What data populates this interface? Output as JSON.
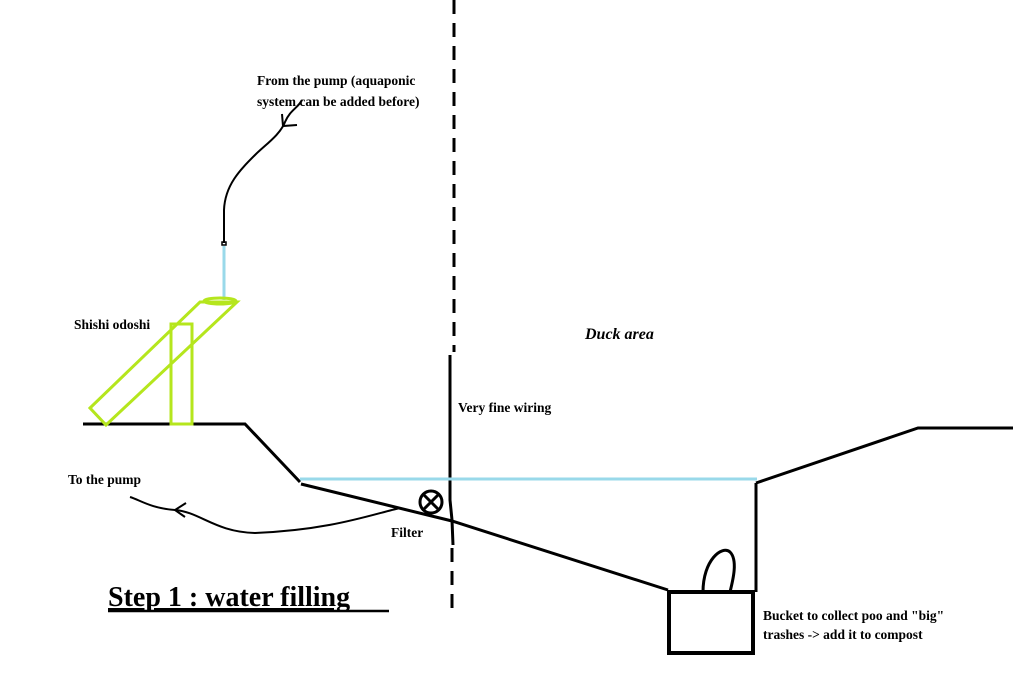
{
  "labels": {
    "from_pump_line1": "From the pump (aquaponic",
    "from_pump_line2": "system can be added before)",
    "shishi_odoshi": "Shishi odoshi",
    "duck_area": "Duck area",
    "very_fine_wiring": "Very fine wiring",
    "to_the_pump": "To the pump",
    "filter": "Filter",
    "step_title": "Step 1 : water filling",
    "bucket_line1": "Bucket to collect poo and \"big\"",
    "bucket_line2": "trashes -> add it to compost"
  },
  "colors": {
    "water": "#99d9ea",
    "shishi_odoshi": "#b5e61d",
    "ink": "#000000"
  }
}
